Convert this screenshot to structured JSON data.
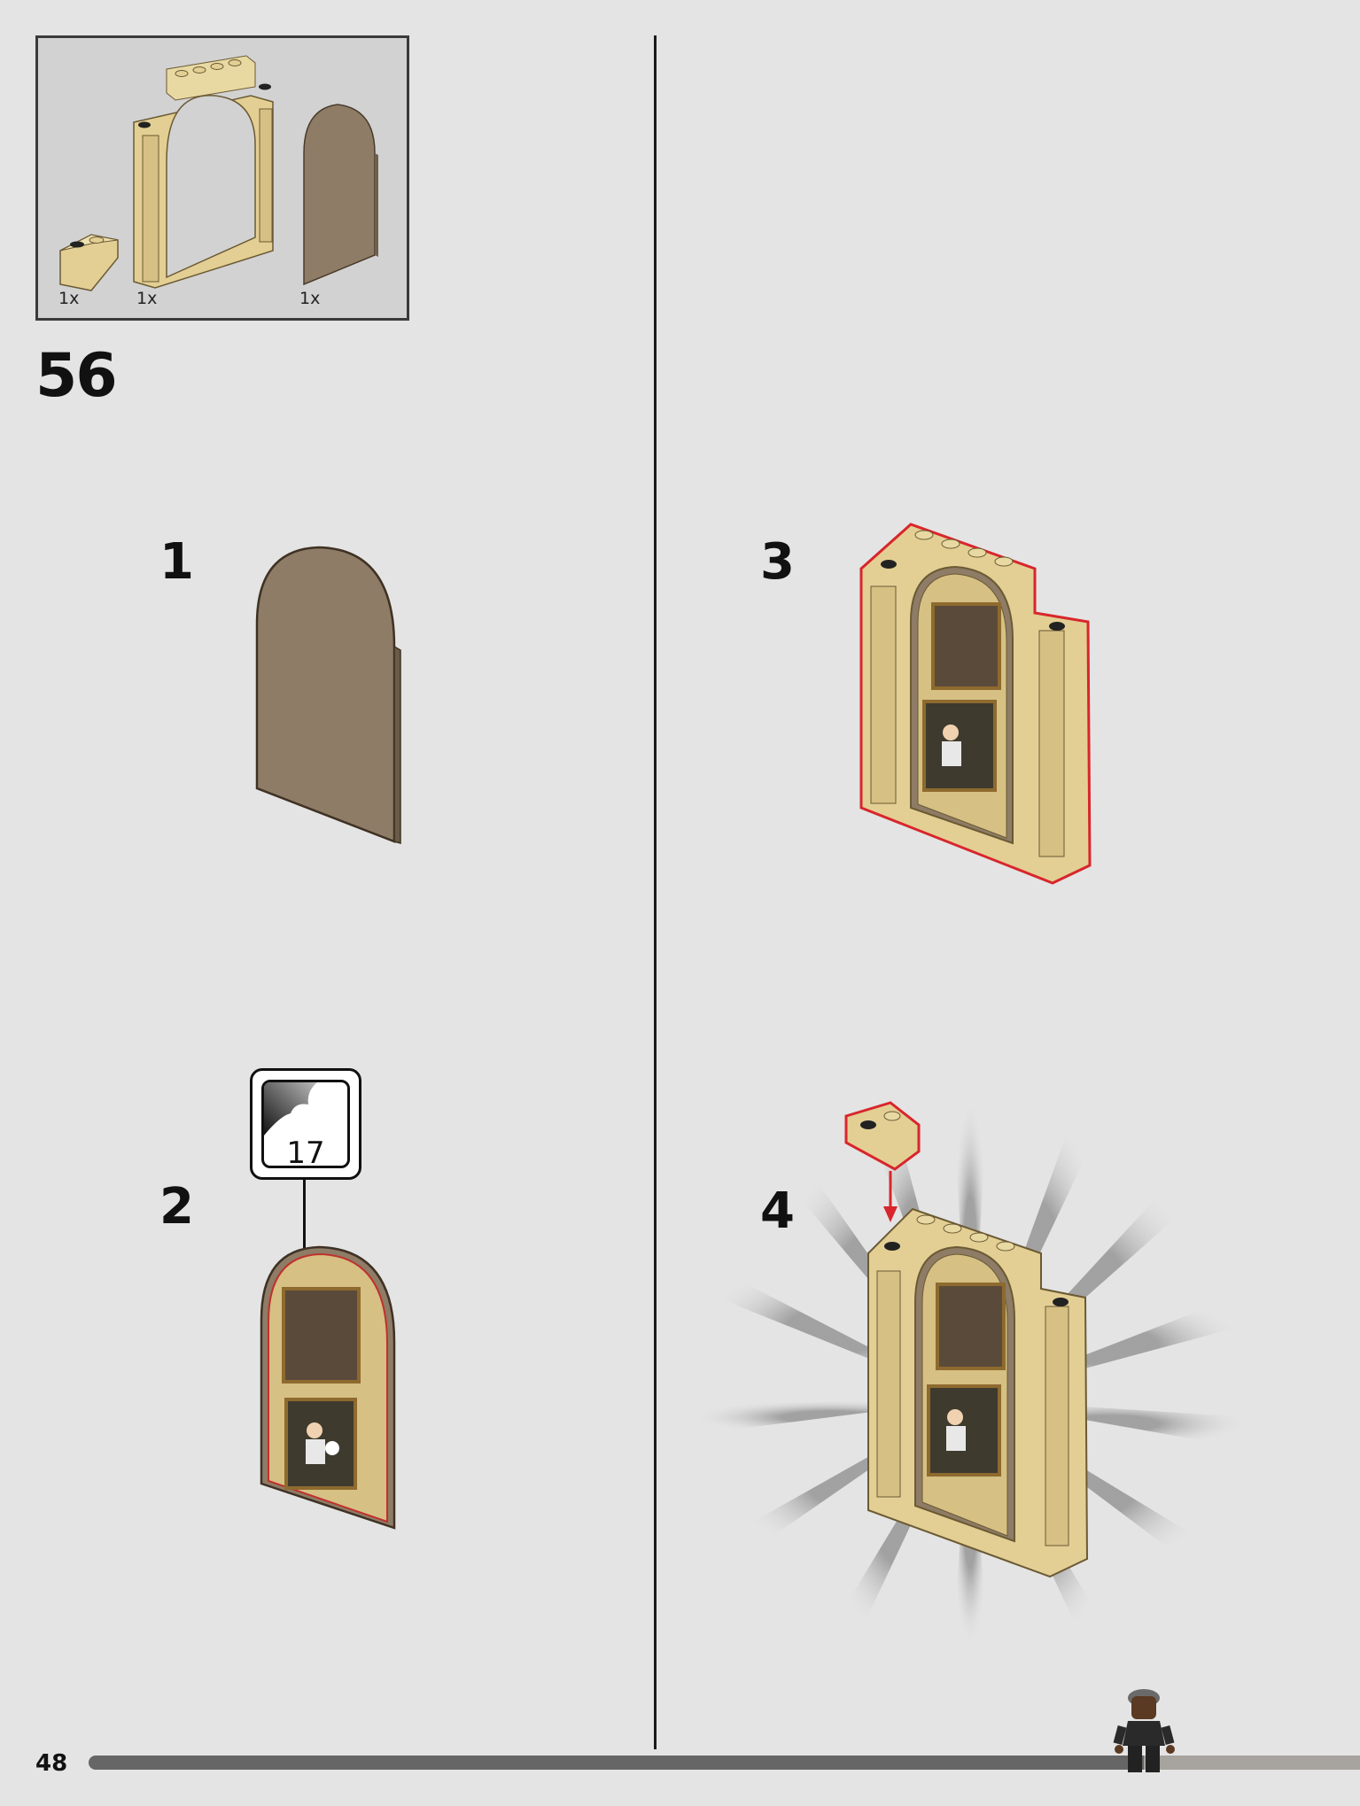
{
  "page": {
    "number": "48",
    "progress_fraction": 0.83
  },
  "parts_list": {
    "items": [
      {
        "icon": "slope-brick-icon",
        "qty": "1x"
      },
      {
        "icon": "arch-frame-icon",
        "qty": "1x"
      },
      {
        "icon": "arched-panel-icon",
        "qty": "1x"
      }
    ]
  },
  "step": {
    "number": "56",
    "sub_steps": [
      "1",
      "2",
      "3",
      "4"
    ]
  },
  "sticker": {
    "number": "17"
  },
  "colors": {
    "tan": "#e3cf94",
    "dark_tan": "#8e7c66",
    "highlight_red": "#d8262c",
    "frame_border": "#3a3a3a"
  }
}
